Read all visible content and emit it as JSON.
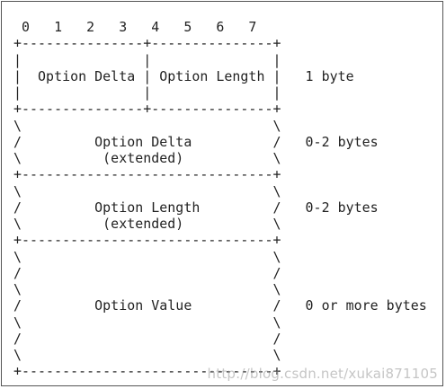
{
  "diagram": {
    "lines": [
      " 0   1   2   3   4   5   6   7",
      "+---------------+---------------+",
      "|               |               |",
      "|  Option Delta | Option Length |   1 byte",
      "|               |               |",
      "+---------------+---------------+",
      "\\                               \\",
      "/         Option Delta          /   0-2 bytes",
      "\\          (extended)           \\",
      "+-------------------------------+",
      "\\                               \\",
      "/         Option Length         /   0-2 bytes",
      "\\          (extended)           \\",
      "+-------------------------------+",
      "\\                               \\",
      "/                               /",
      "\\                               \\",
      "/         Option Value          /   0 or more bytes",
      "\\                               \\",
      "/                               /",
      "\\                               \\",
      "+-------------------------------+"
    ]
  },
  "watermark": "http://blog.csdn.net/xukai871105"
}
